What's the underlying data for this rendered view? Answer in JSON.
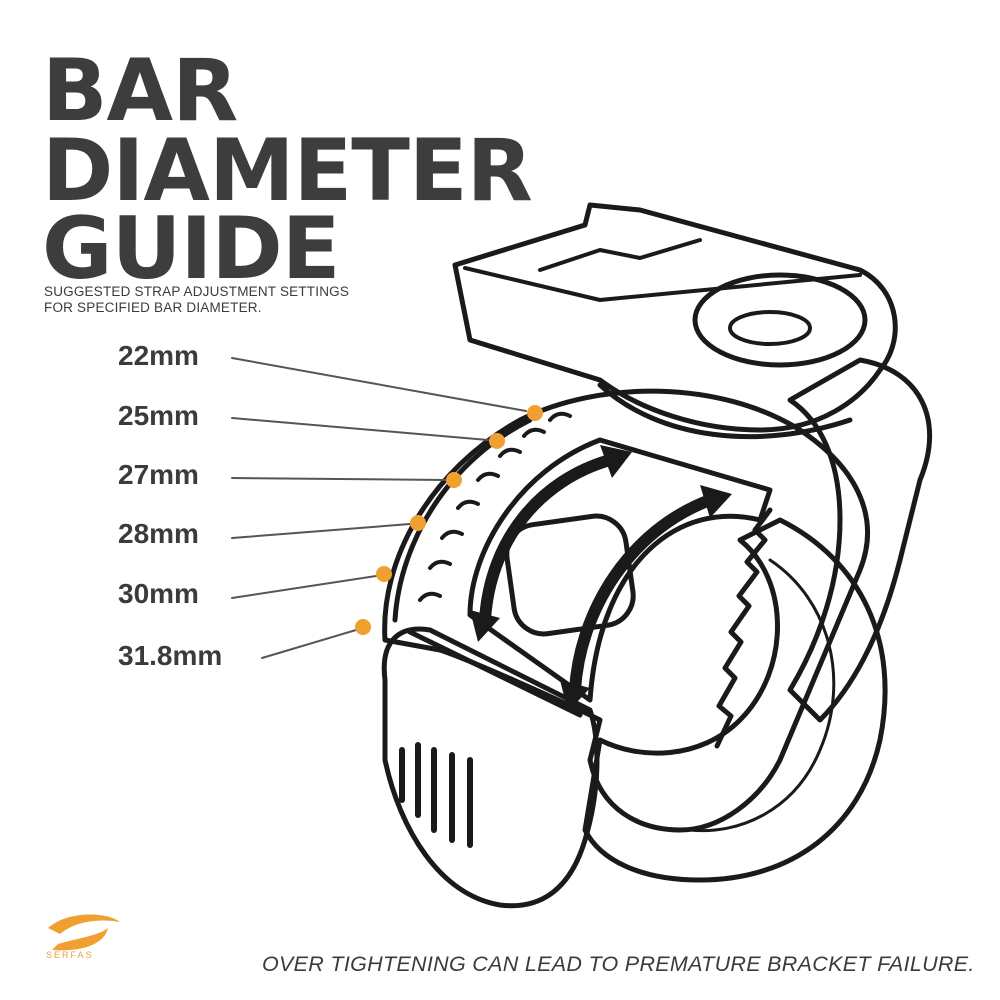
{
  "title": {
    "line1": "BAR",
    "line2": "DIAMETER",
    "line3": "GUIDE"
  },
  "subtitle": {
    "line1": "SUGGESTED STRAP ADJUSTMENT SETTINGS",
    "line2": "FOR SPECIFIED BAR DIAMETER."
  },
  "sizes": [
    "22mm",
    "25mm",
    "27mm",
    "28mm",
    "30mm",
    "31.8mm"
  ],
  "warning": "OVER TIGHTENING CAN LEAD TO PREMATURE BRACKET FAILURE.",
  "brand": {
    "name": "SERFAS",
    "accent_color": "#f0a030",
    "line_color": "#1a1a1a"
  }
}
